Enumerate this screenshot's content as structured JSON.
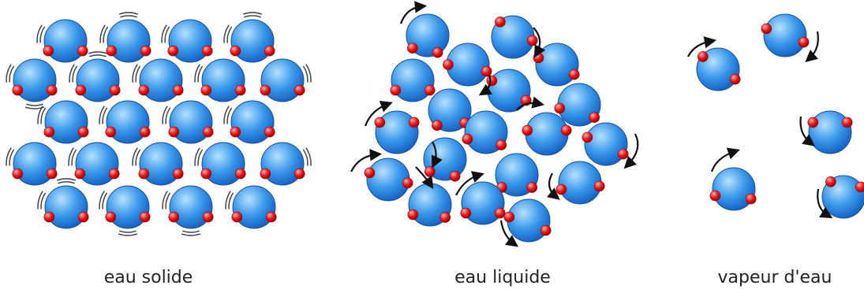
{
  "labels": {
    "solid": "eau solide",
    "liquid": "eau liquide",
    "vapor": "vapeur d'eau"
  },
  "colors": {
    "background": "#ffffff",
    "oxygen_light": "#b5e1ff",
    "oxygen_mid": "#3a98ea",
    "oxygen_dark": "#1462c4",
    "oxygen_outline": "#1a4f96",
    "hydrogen_light": "#ffb0b0",
    "hydrogen_mid": "#ee1a1a",
    "hydrogen_dark": "#a00000",
    "motion_arrow": "#111111",
    "caption_text": "#222222"
  },
  "panels": {
    "solid": {
      "arrangement": "ordered lattice",
      "motion": "vibration"
    },
    "liquid": {
      "arrangement": "dense disordered cluster",
      "motion": "rotation and sliding"
    },
    "vapor": {
      "arrangement": "widely separated molecules",
      "motion": "free rotation and translation"
    }
  },
  "icons": {
    "molecule": "water-molecule-icon",
    "vibration": "vibration-lines-icon",
    "motion": "curved-arrow-icon"
  }
}
